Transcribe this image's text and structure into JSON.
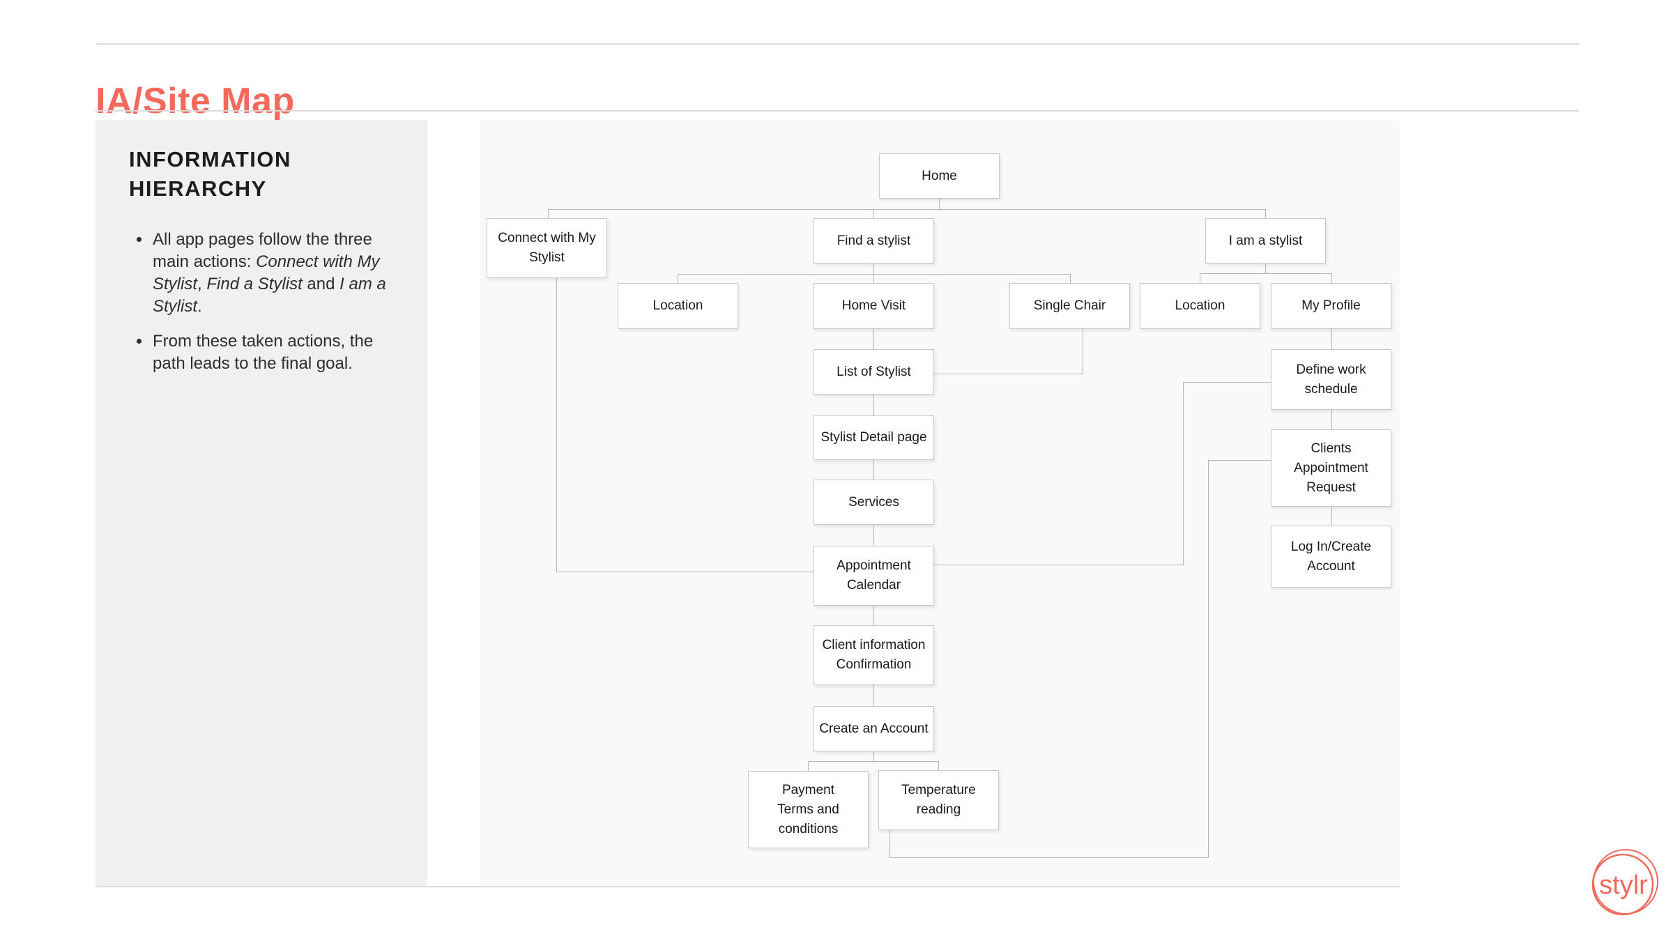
{
  "page": {
    "title": "IA/Site Map"
  },
  "sidebar": {
    "heading_line1": "INFORMATION",
    "heading_line2": "HIERARCHY",
    "bullets": [
      {
        "segments": [
          {
            "text": "All app pages follow the three main actions: ",
            "italic": false
          },
          {
            "text": "Connect with My Stylist",
            "italic": true
          },
          {
            "text": ",  ",
            "italic": false
          },
          {
            "text": "Find a Stylist",
            "italic": true
          },
          {
            "text": " and ",
            "italic": false
          },
          {
            "text": "I am a Stylist",
            "italic": true
          },
          {
            "text": ".",
            "italic": false
          }
        ]
      },
      {
        "segments": [
          {
            "text": "From these taken actions, the path leads to the final goal.",
            "italic": false
          }
        ]
      }
    ]
  },
  "diagram": {
    "nodes": {
      "home": {
        "label": "Home"
      },
      "connect": {
        "label": "Connect with My\nStylist"
      },
      "find": {
        "label": "Find a stylist"
      },
      "iam": {
        "label": "I am a stylist"
      },
      "location_left": {
        "label": "Location"
      },
      "home_visit": {
        "label": "Home Visit"
      },
      "single_chair": {
        "label": "Single Chair"
      },
      "location_right": {
        "label": "Location"
      },
      "my_profile": {
        "label": "My Profile"
      },
      "list_of_stylist": {
        "label": "List of Stylist"
      },
      "stylist_detail": {
        "label": "Stylist Detail page"
      },
      "services": {
        "label": "Services"
      },
      "appointment_calendar": {
        "label": "Appointment\nCalendar"
      },
      "client_info": {
        "label": "Client information\nConfirmation"
      },
      "create_account": {
        "label": "Create an Account"
      },
      "payment": {
        "label": "Payment\nTerms and\nconditions"
      },
      "temperature": {
        "label": "Temperature\nreading"
      },
      "define_work": {
        "label": "Define work\nschedule"
      },
      "clients_request": {
        "label": "Clients\nAppointment\nRequest"
      },
      "login": {
        "label": "Log In/Create\nAccount"
      }
    },
    "edges": [
      [
        "Home",
        "Connect with My Stylist"
      ],
      [
        "Home",
        "Find a stylist"
      ],
      [
        "Home",
        "I am a stylist"
      ],
      [
        "Find a stylist",
        "Location"
      ],
      [
        "Find a stylist",
        "Home Visit"
      ],
      [
        "Find a stylist",
        "Single Chair"
      ],
      [
        "Home Visit",
        "List of Stylist"
      ],
      [
        "Single Chair",
        "List of Stylist"
      ],
      [
        "List of Stylist",
        "Stylist Detail page"
      ],
      [
        "Stylist Detail page",
        "Services"
      ],
      [
        "Services",
        "Appointment Calendar"
      ],
      [
        "Connect with My Stylist",
        "Appointment Calendar"
      ],
      [
        "Appointment Calendar",
        "Client information Confirmation"
      ],
      [
        "Appointment Calendar",
        "Define work schedule"
      ],
      [
        "Client information Confirmation",
        "Create an Account"
      ],
      [
        "Create an Account",
        "Payment Terms and conditions"
      ],
      [
        "Create an Account",
        "Temperature reading"
      ],
      [
        "Temperature reading",
        "Clients Appointment Request"
      ],
      [
        "I am a stylist",
        "Location"
      ],
      [
        "I am a stylist",
        "My Profile"
      ],
      [
        "My Profile",
        "Define work schedule"
      ],
      [
        "Define work schedule",
        "Clients Appointment Request"
      ],
      [
        "Clients Appointment Request",
        "Log In/Create Account"
      ]
    ]
  },
  "logo": {
    "text": "stylr"
  },
  "colors": {
    "accent": "#F4695C",
    "sidebar_bg": "#F0F0EF",
    "canvas_bg": "#F8F9FA",
    "node_border": "#C7CACD",
    "line": "#B4B7BA",
    "rule": "#DBDBDB"
  }
}
